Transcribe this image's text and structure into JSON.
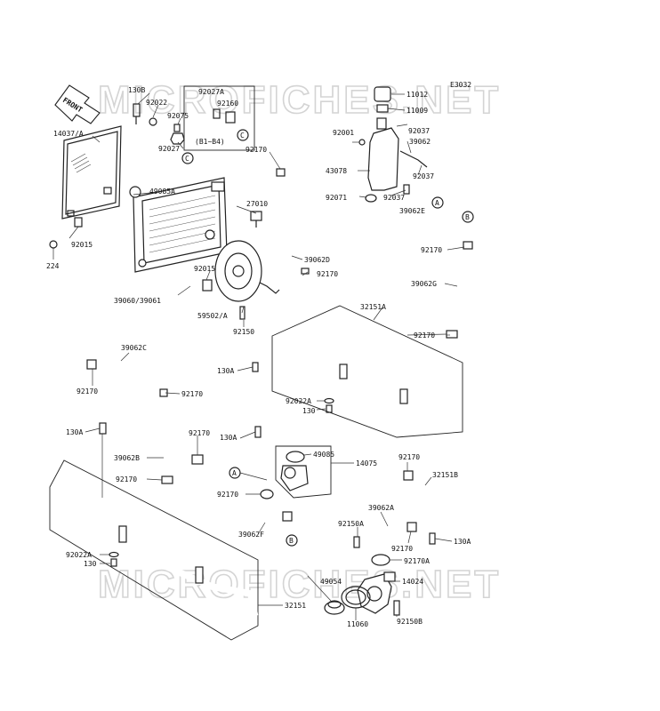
{
  "watermark": "MICROFICHES.NET",
  "ref_code": "E3032",
  "front_arrow": "FRONT",
  "parts": [
    {
      "id": "p-130b",
      "text": "130B"
    },
    {
      "id": "p-92022-top",
      "text": "92022"
    },
    {
      "id": "p-92075",
      "text": "92075"
    },
    {
      "id": "p-92027",
      "text": "92027"
    },
    {
      "id": "p-92027a",
      "text": "92027A"
    },
    {
      "id": "p-92160",
      "text": "92160"
    },
    {
      "id": "p-b1b4",
      "text": "(B1~B4)"
    },
    {
      "id": "p-14037a",
      "text": "14037/A"
    },
    {
      "id": "p-49085a",
      "text": "49085A"
    },
    {
      "id": "p-27010",
      "text": "27010"
    },
    {
      "id": "p-92015-left",
      "text": "92015"
    },
    {
      "id": "p-224",
      "text": "224"
    },
    {
      "id": "p-39060",
      "text": "39060/39061"
    },
    {
      "id": "p-92015-mid",
      "text": "92015"
    },
    {
      "id": "p-59502a",
      "text": "59502/A"
    },
    {
      "id": "p-92150",
      "text": "92150"
    },
    {
      "id": "p-92170-a",
      "text": "92170"
    },
    {
      "id": "p-39062d",
      "text": "39062D"
    },
    {
      "id": "p-92170-b",
      "text": "92170"
    },
    {
      "id": "p-11012",
      "text": "11012"
    },
    {
      "id": "p-11009",
      "text": "11009"
    },
    {
      "id": "p-92001",
      "text": "92001"
    },
    {
      "id": "p-92037-a",
      "text": "92037"
    },
    {
      "id": "p-39062",
      "text": "39062"
    },
    {
      "id": "p-43078",
      "text": "43078"
    },
    {
      "id": "p-92037-b",
      "text": "92037"
    },
    {
      "id": "p-92071",
      "text": "92071"
    },
    {
      "id": "p-92037-c",
      "text": "92037"
    },
    {
      "id": "p-39062e",
      "text": "39062E"
    },
    {
      "id": "p-92170-c",
      "text": "92170"
    },
    {
      "id": "p-39062g",
      "text": "39062G"
    },
    {
      "id": "p-32151a",
      "text": "32151A"
    },
    {
      "id": "p-92170-d",
      "text": "92170"
    },
    {
      "id": "p-39062c",
      "text": "39062C"
    },
    {
      "id": "p-92170-e",
      "text": "92170"
    },
    {
      "id": "p-92170-f",
      "text": "92170"
    },
    {
      "id": "p-130a-a",
      "text": "130A"
    },
    {
      "id": "p-92022a-a",
      "text": "92022A"
    },
    {
      "id": "p-130-a",
      "text": "130"
    },
    {
      "id": "p-130a-b",
      "text": "130A"
    },
    {
      "id": "p-92170-g",
      "text": "92170"
    },
    {
      "id": "p-130a-c",
      "text": "130A"
    },
    {
      "id": "p-39062b",
      "text": "39062B"
    },
    {
      "id": "p-49085",
      "text": "49085"
    },
    {
      "id": "p-14075",
      "text": "14075"
    },
    {
      "id": "p-92170-h",
      "text": "92170"
    },
    {
      "id": "p-92170-i",
      "text": "92170"
    },
    {
      "id": "p-39062f",
      "text": "39062F"
    },
    {
      "id": "p-92170-j",
      "text": "92170"
    },
    {
      "id": "p-32151b",
      "text": "32151B"
    },
    {
      "id": "p-39062a",
      "text": "39062A"
    },
    {
      "id": "p-92150a",
      "text": "92150A"
    },
    {
      "id": "p-92170-k",
      "text": "92170"
    },
    {
      "id": "p-130a-d",
      "text": "130A"
    },
    {
      "id": "p-92170a",
      "text": "92170A"
    },
    {
      "id": "p-92022a-b",
      "text": "92022A"
    },
    {
      "id": "p-130-b",
      "text": "130"
    },
    {
      "id": "p-49054",
      "text": "49054"
    },
    {
      "id": "p-14024",
      "text": "14024"
    },
    {
      "id": "p-32151",
      "text": "32151"
    },
    {
      "id": "p-11060",
      "text": "11060"
    },
    {
      "id": "p-92150b",
      "text": "92150B"
    }
  ],
  "callouts": {
    "c_left": "C",
    "c_right": "C",
    "a_right": "A",
    "b_right": "B",
    "a_mid": "A",
    "b_mid": "B"
  }
}
